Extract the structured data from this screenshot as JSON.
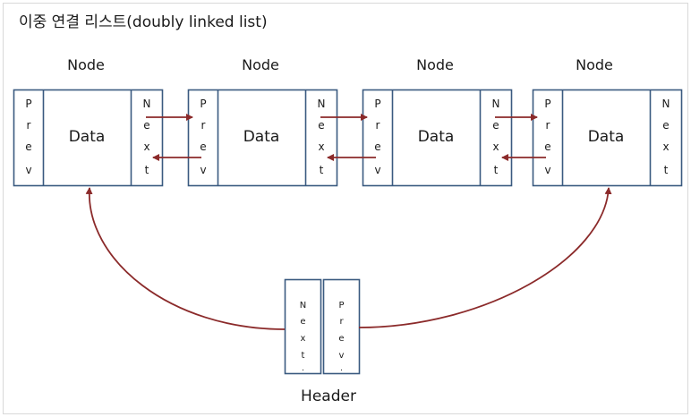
{
  "title": "이중 연결 리스트(doubly linked list)",
  "node_caption": "Node",
  "data_label": "Data",
  "prev_letters": [
    "P",
    "r",
    "e",
    "v"
  ],
  "next_letters": [
    "N",
    "e",
    "x",
    "t"
  ],
  "header_caption": "Header",
  "header_next_letters": [
    "N",
    "e",
    "x",
    "t",
    "."
  ],
  "header_prev_letters": [
    "P",
    "r",
    "e",
    "v",
    "."
  ],
  "colors": {
    "box_stroke": "#3a5a80",
    "arrow": "#8b2a2a",
    "frame": "#d9d9d9"
  }
}
